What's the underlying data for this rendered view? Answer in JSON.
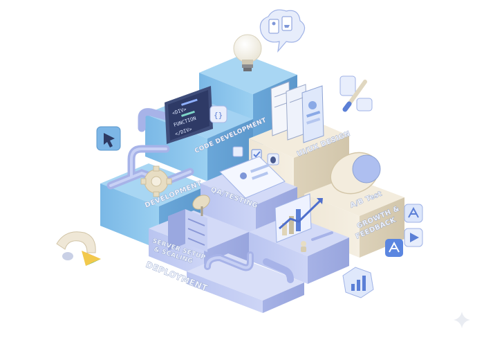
{
  "labels": {
    "development": "DEVELOPMENT",
    "code_development": "CODE DEVELOPMENT",
    "ui_ux_design": "UI/UX DESIGN",
    "qa_testing": "QA/TESTING",
    "ab_test": "A/B Test",
    "growth_feedback_1": "GROWTH &",
    "growth_feedback_2": "FEEDBACK",
    "server_setup_1": "SERVER SETUP",
    "server_setup_2": "& SCALING",
    "deployment": "DEPLOYMENT",
    "code_line_1": "<DIV>",
    "code_line_2": "FUNCTION",
    "code_line_3": "</DIV>"
  },
  "icons": [
    "lightbulb-icon",
    "wireframe-cloud-icon",
    "code-monitor-icon",
    "phone-mockups-icon",
    "paintbrush-icon",
    "pipes-icon",
    "gear-icon",
    "toggle-icon",
    "server-rack-icon",
    "satellite-dish-icon",
    "growth-chart-icon",
    "app-store-icon",
    "play-store-icon",
    "analytics-hexagon-icon",
    "cursor-icon",
    "bug-icon",
    "checkbox-icon",
    "sparkle-icon"
  ],
  "colors": {
    "blue_top": "#8fc6ec",
    "blue_side": "#6fb0e0",
    "lavender": "#b8c3ee",
    "beige": "#ece3d0",
    "accent": "#5b7fd6"
  }
}
